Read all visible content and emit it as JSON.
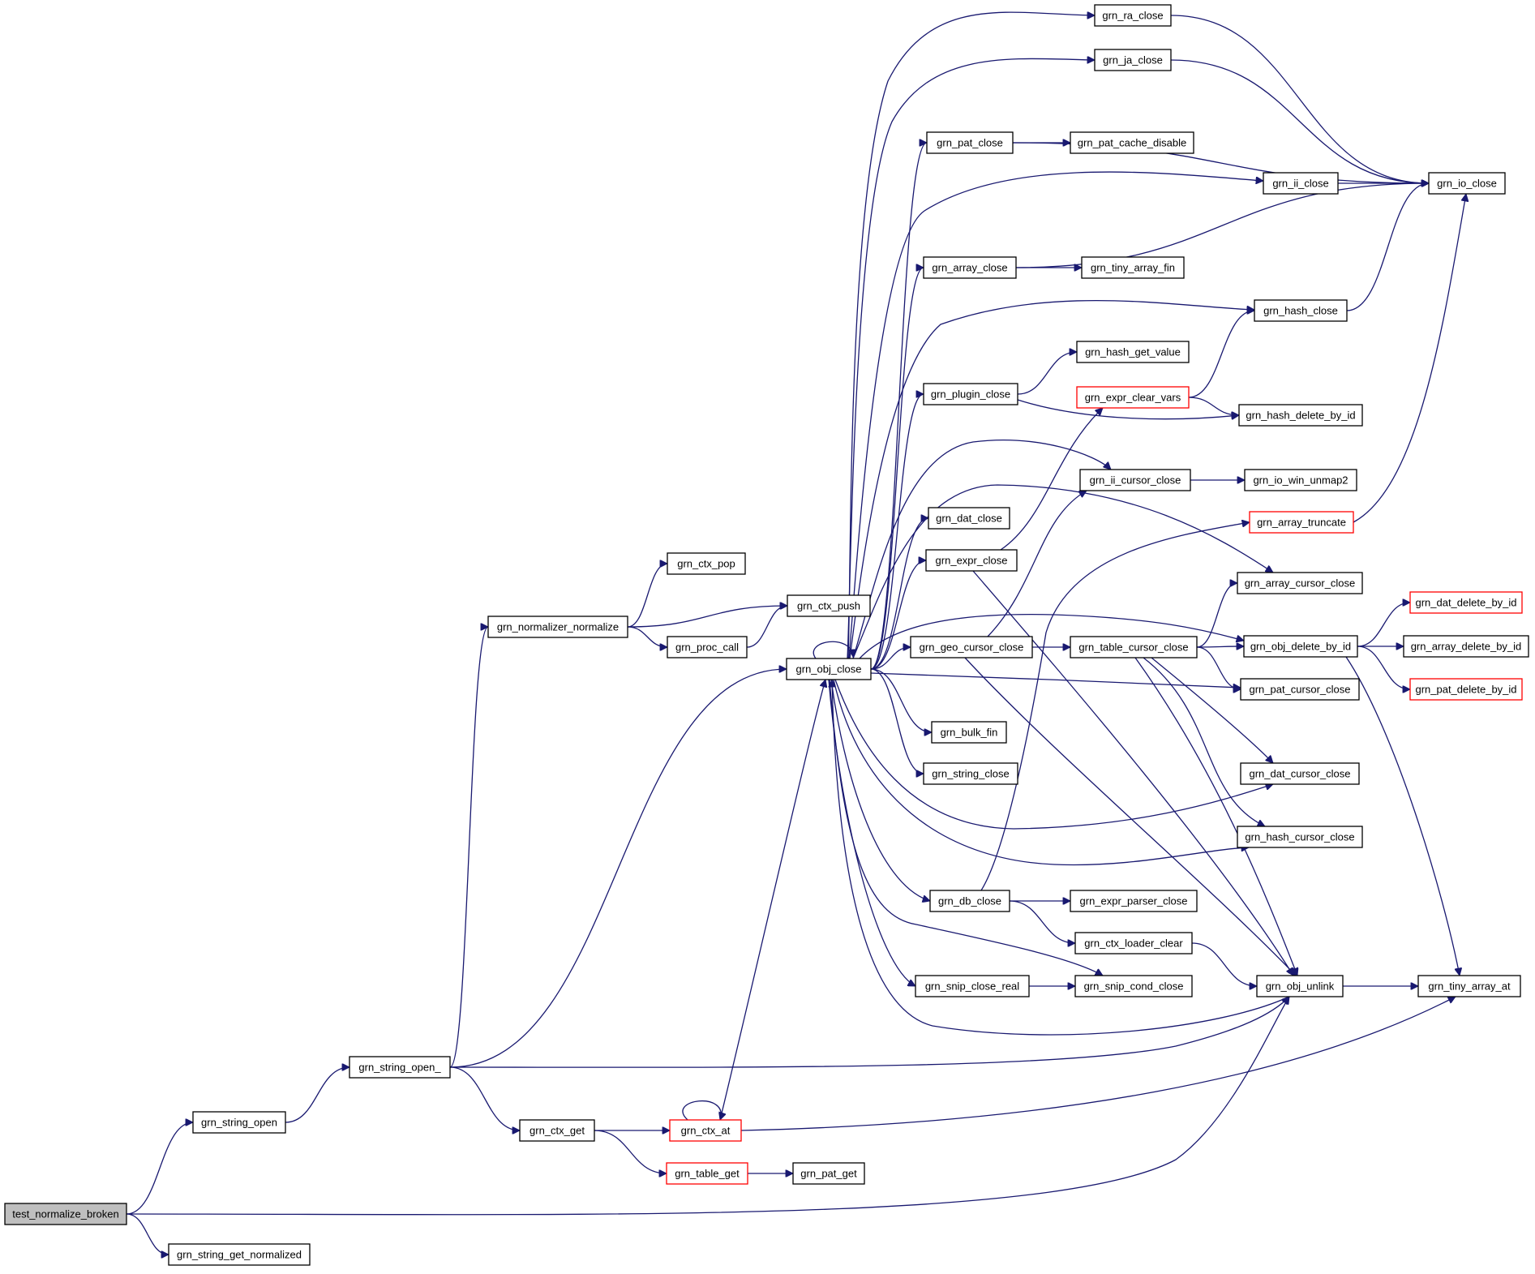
{
  "colors": {
    "edge": "#191970",
    "node_border": "#000000",
    "truncated_node_border": "#ff0000",
    "root_node_fill": "#bfbfbf",
    "node_fill": "#ffffff"
  },
  "nodes": [
    {
      "id": "test_normalize_broken",
      "label": "test_normalize_broken",
      "root": true
    },
    {
      "id": "grn_string_get_normalized",
      "label": "grn_string_get_normalized"
    },
    {
      "id": "grn_string_open",
      "label": "grn_string_open"
    },
    {
      "id": "grn_string_open_",
      "label": "grn_string_open_"
    },
    {
      "id": "grn_normalizer_normalize",
      "label": "grn_normalizer_normalize"
    },
    {
      "id": "grn_ctx_pop",
      "label": "grn_ctx_pop"
    },
    {
      "id": "grn_ctx_push",
      "label": "grn_ctx_push"
    },
    {
      "id": "grn_proc_call",
      "label": "grn_proc_call"
    },
    {
      "id": "grn_ctx_get",
      "label": "grn_ctx_get"
    },
    {
      "id": "grn_ctx_at",
      "label": "grn_ctx_at",
      "truncated": true
    },
    {
      "id": "grn_table_get",
      "label": "grn_table_get",
      "truncated": true
    },
    {
      "id": "grn_pat_get",
      "label": "grn_pat_get"
    },
    {
      "id": "grn_obj_close",
      "label": "grn_obj_close"
    },
    {
      "id": "grn_ra_close",
      "label": "grn_ra_close"
    },
    {
      "id": "grn_ja_close",
      "label": "grn_ja_close"
    },
    {
      "id": "grn_pat_close",
      "label": "grn_pat_close"
    },
    {
      "id": "grn_pat_cache_disable",
      "label": "grn_pat_cache_disable"
    },
    {
      "id": "grn_ii_close",
      "label": "grn_ii_close"
    },
    {
      "id": "grn_io_close",
      "label": "grn_io_close"
    },
    {
      "id": "grn_array_close",
      "label": "grn_array_close"
    },
    {
      "id": "grn_tiny_array_fin",
      "label": "grn_tiny_array_fin"
    },
    {
      "id": "grn_hash_close",
      "label": "grn_hash_close"
    },
    {
      "id": "grn_hash_get_value",
      "label": "grn_hash_get_value"
    },
    {
      "id": "grn_plugin_close",
      "label": "grn_plugin_close"
    },
    {
      "id": "grn_expr_clear_vars",
      "label": "grn_expr_clear_vars",
      "truncated": true
    },
    {
      "id": "grn_hash_delete_by_id",
      "label": "grn_hash_delete_by_id"
    },
    {
      "id": "grn_ii_cursor_close",
      "label": "grn_ii_cursor_close"
    },
    {
      "id": "grn_io_win_unmap2",
      "label": "grn_io_win_unmap2"
    },
    {
      "id": "grn_dat_close",
      "label": "grn_dat_close"
    },
    {
      "id": "grn_array_truncate",
      "label": "grn_array_truncate",
      "truncated": true
    },
    {
      "id": "grn_expr_close",
      "label": "grn_expr_close"
    },
    {
      "id": "grn_array_cursor_close",
      "label": "grn_array_cursor_close"
    },
    {
      "id": "grn_dat_delete_by_id",
      "label": "grn_dat_delete_by_id",
      "truncated": true
    },
    {
      "id": "grn_geo_cursor_close",
      "label": "grn_geo_cursor_close"
    },
    {
      "id": "grn_table_cursor_close",
      "label": "grn_table_cursor_close"
    },
    {
      "id": "grn_obj_delete_by_id",
      "label": "grn_obj_delete_by_id"
    },
    {
      "id": "grn_array_delete_by_id",
      "label": "grn_array_delete_by_id"
    },
    {
      "id": "grn_pat_cursor_close",
      "label": "grn_pat_cursor_close"
    },
    {
      "id": "grn_pat_delete_by_id",
      "label": "grn_pat_delete_by_id",
      "truncated": true
    },
    {
      "id": "grn_bulk_fin",
      "label": "grn_bulk_fin"
    },
    {
      "id": "grn_string_close",
      "label": "grn_string_close"
    },
    {
      "id": "grn_dat_cursor_close",
      "label": "grn_dat_cursor_close"
    },
    {
      "id": "grn_hash_cursor_close",
      "label": "grn_hash_cursor_close"
    },
    {
      "id": "grn_db_close",
      "label": "grn_db_close"
    },
    {
      "id": "grn_expr_parser_close",
      "label": "grn_expr_parser_close"
    },
    {
      "id": "grn_ctx_loader_clear",
      "label": "grn_ctx_loader_clear"
    },
    {
      "id": "grn_snip_close_real",
      "label": "grn_snip_close_real"
    },
    {
      "id": "grn_snip_cond_close",
      "label": "grn_snip_cond_close"
    },
    {
      "id": "grn_obj_unlink",
      "label": "grn_obj_unlink"
    },
    {
      "id": "grn_tiny_array_at",
      "label": "grn_tiny_array_at"
    }
  ],
  "edges": [
    [
      "test_normalize_broken",
      "grn_string_open"
    ],
    [
      "test_normalize_broken",
      "grn_string_get_normalized"
    ],
    [
      "test_normalize_broken",
      "grn_obj_unlink"
    ],
    [
      "grn_string_open",
      "grn_string_open_"
    ],
    [
      "grn_string_open_",
      "grn_normalizer_normalize"
    ],
    [
      "grn_string_open_",
      "grn_obj_close"
    ],
    [
      "grn_string_open_",
      "grn_ctx_get"
    ],
    [
      "grn_string_open_",
      "grn_obj_unlink"
    ],
    [
      "grn_normalizer_normalize",
      "grn_ctx_pop"
    ],
    [
      "grn_normalizer_normalize",
      "grn_ctx_push"
    ],
    [
      "grn_normalizer_normalize",
      "grn_proc_call"
    ],
    [
      "grn_proc_call",
      "grn_ctx_push"
    ],
    [
      "grn_ctx_get",
      "grn_ctx_at"
    ],
    [
      "grn_ctx_get",
      "grn_table_get"
    ],
    [
      "grn_ctx_at",
      "grn_ctx_at"
    ],
    [
      "grn_ctx_at",
      "grn_obj_close"
    ],
    [
      "grn_ctx_at",
      "grn_tiny_array_at"
    ],
    [
      "grn_table_get",
      "grn_pat_get"
    ],
    [
      "grn_obj_close",
      "grn_obj_close"
    ],
    [
      "grn_obj_close",
      "grn_ra_close"
    ],
    [
      "grn_obj_close",
      "grn_ja_close"
    ],
    [
      "grn_obj_close",
      "grn_pat_close"
    ],
    [
      "grn_obj_close",
      "grn_ii_close"
    ],
    [
      "grn_obj_close",
      "grn_array_close"
    ],
    [
      "grn_obj_close",
      "grn_hash_close"
    ],
    [
      "grn_obj_close",
      "grn_plugin_close"
    ],
    [
      "grn_obj_close",
      "grn_ii_cursor_close"
    ],
    [
      "grn_obj_close",
      "grn_dat_close"
    ],
    [
      "grn_obj_close",
      "grn_expr_close"
    ],
    [
      "grn_obj_close",
      "grn_array_cursor_close"
    ],
    [
      "grn_obj_close",
      "grn_geo_cursor_close"
    ],
    [
      "grn_obj_close",
      "grn_obj_delete_by_id"
    ],
    [
      "grn_obj_close",
      "grn_pat_cursor_close"
    ],
    [
      "grn_obj_close",
      "grn_bulk_fin"
    ],
    [
      "grn_obj_close",
      "grn_string_close"
    ],
    [
      "grn_obj_close",
      "grn_dat_cursor_close"
    ],
    [
      "grn_obj_close",
      "grn_hash_cursor_close"
    ],
    [
      "grn_obj_close",
      "grn_db_close"
    ],
    [
      "grn_obj_close",
      "grn_snip_close_real"
    ],
    [
      "grn_obj_close",
      "grn_snip_cond_close"
    ],
    [
      "grn_ra_close",
      "grn_io_close"
    ],
    [
      "grn_ja_close",
      "grn_io_close"
    ],
    [
      "grn_pat_close",
      "grn_pat_cache_disable"
    ],
    [
      "grn_pat_close",
      "grn_io_close"
    ],
    [
      "grn_ii_close",
      "grn_io_close"
    ],
    [
      "grn_array_close",
      "grn_io_close"
    ],
    [
      "grn_array_close",
      "grn_tiny_array_fin"
    ],
    [
      "grn_hash_close",
      "grn_io_close"
    ],
    [
      "grn_plugin_close",
      "grn_hash_get_value"
    ],
    [
      "grn_plugin_close",
      "grn_hash_delete_by_id"
    ],
    [
      "grn_expr_clear_vars",
      "grn_hash_close"
    ],
    [
      "grn_expr_clear_vars",
      "grn_hash_delete_by_id"
    ],
    [
      "grn_ii_cursor_close",
      "grn_io_win_unmap2"
    ],
    [
      "grn_expr_close",
      "grn_expr_clear_vars"
    ],
    [
      "grn_expr_close",
      "grn_obj_unlink"
    ],
    [
      "grn_array_truncate",
      "grn_io_close"
    ],
    [
      "grn_geo_cursor_close",
      "grn_table_cursor_close"
    ],
    [
      "grn_geo_cursor_close",
      "grn_ii_cursor_close"
    ],
    [
      "grn_geo_cursor_close",
      "grn_obj_unlink"
    ],
    [
      "grn_table_cursor_close",
      "grn_obj_delete_by_id"
    ],
    [
      "grn_table_cursor_close",
      "grn_array_cursor_close"
    ],
    [
      "grn_table_cursor_close",
      "grn_pat_cursor_close"
    ],
    [
      "grn_table_cursor_close",
      "grn_dat_cursor_close"
    ],
    [
      "grn_table_cursor_close",
      "grn_hash_cursor_close"
    ],
    [
      "grn_table_cursor_close",
      "grn_obj_unlink"
    ],
    [
      "grn_obj_delete_by_id",
      "grn_dat_delete_by_id"
    ],
    [
      "grn_obj_delete_by_id",
      "grn_array_delete_by_id"
    ],
    [
      "grn_obj_delete_by_id",
      "grn_pat_delete_by_id"
    ],
    [
      "grn_obj_delete_by_id",
      "grn_tiny_array_at"
    ],
    [
      "grn_db_close",
      "grn_array_truncate"
    ],
    [
      "grn_db_close",
      "grn_expr_parser_close"
    ],
    [
      "grn_db_close",
      "grn_ctx_loader_clear"
    ],
    [
      "grn_ctx_loader_clear",
      "grn_obj_unlink"
    ],
    [
      "grn_snip_close_real",
      "grn_snip_cond_close"
    ],
    [
      "grn_obj_unlink",
      "grn_obj_close"
    ],
    [
      "grn_obj_unlink",
      "grn_tiny_array_at"
    ]
  ]
}
